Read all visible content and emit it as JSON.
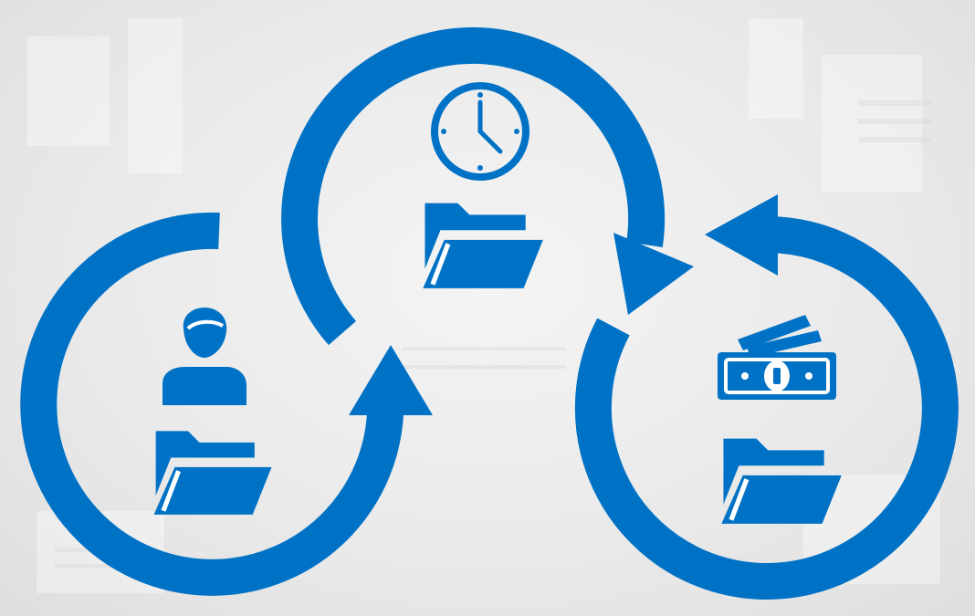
{
  "diagram": {
    "accent_color": "#0072c6",
    "background_color": "#ececec",
    "cycles": [
      {
        "id": "cycle-left",
        "icons": [
          "person-icon",
          "folder-icon"
        ]
      },
      {
        "id": "cycle-top",
        "icons": [
          "clock-icon",
          "folder-icon"
        ]
      },
      {
        "id": "cycle-right",
        "icons": [
          "money-icon",
          "folder-icon"
        ]
      }
    ]
  }
}
